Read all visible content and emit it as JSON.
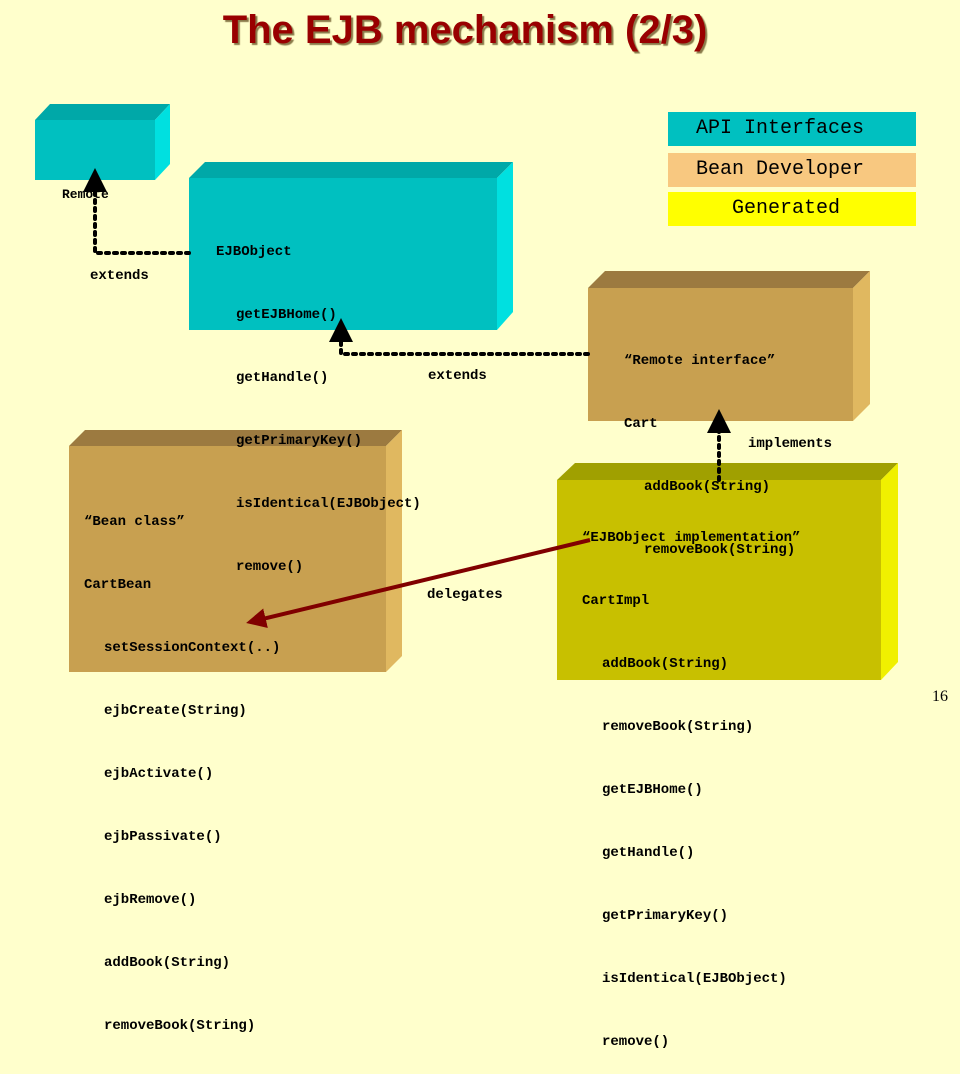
{
  "title": "The EJB mechanism (2/3)",
  "colors": {
    "background": "#ffffcc",
    "api": "#00c0c0",
    "developer": "#c8a050",
    "generated": "#c8c000",
    "legend_generated": "#ffff00",
    "legend_developer": "#f8c880",
    "arrow_delegates": "#800000"
  },
  "legend": {
    "api": "API Interfaces",
    "developer": "Bean Developer",
    "generated": "Generated"
  },
  "boxes": {
    "remote": {
      "lines": [
        "Remote"
      ]
    },
    "ejbobject": {
      "header": "EJBObject",
      "methods": [
        "getEJBHome()",
        "getHandle()",
        "getPrimaryKey()",
        "isIdentical(EJBObject)",
        "remove()"
      ]
    },
    "remote_interface": {
      "header": "“Remote interface”",
      "name": "Cart",
      "methods": [
        "addBook(String)",
        "removeBook(String)"
      ]
    },
    "bean_class": {
      "header": "“Bean class”",
      "name": "CartBean",
      "methods": [
        "setSessionContext(..)",
        "ejbCreate(String)",
        "ejbActivate()",
        "ejbPassivate()",
        "ejbRemove()",
        "addBook(String)",
        "removeBook(String)"
      ]
    },
    "ejbobject_impl": {
      "header": "“EJBObject implementation”",
      "name": "CartImpl",
      "methods": [
        "addBook(String)",
        "removeBook(String)",
        "getEJBHome()",
        "getHandle()",
        "getPrimaryKey()",
        "isIdentical(EJBObject)",
        "remove()"
      ]
    }
  },
  "relations": {
    "extends_1": "extends",
    "extends_2": "extends",
    "implements": "implements",
    "delegates": "delegates"
  },
  "page_number": "16"
}
